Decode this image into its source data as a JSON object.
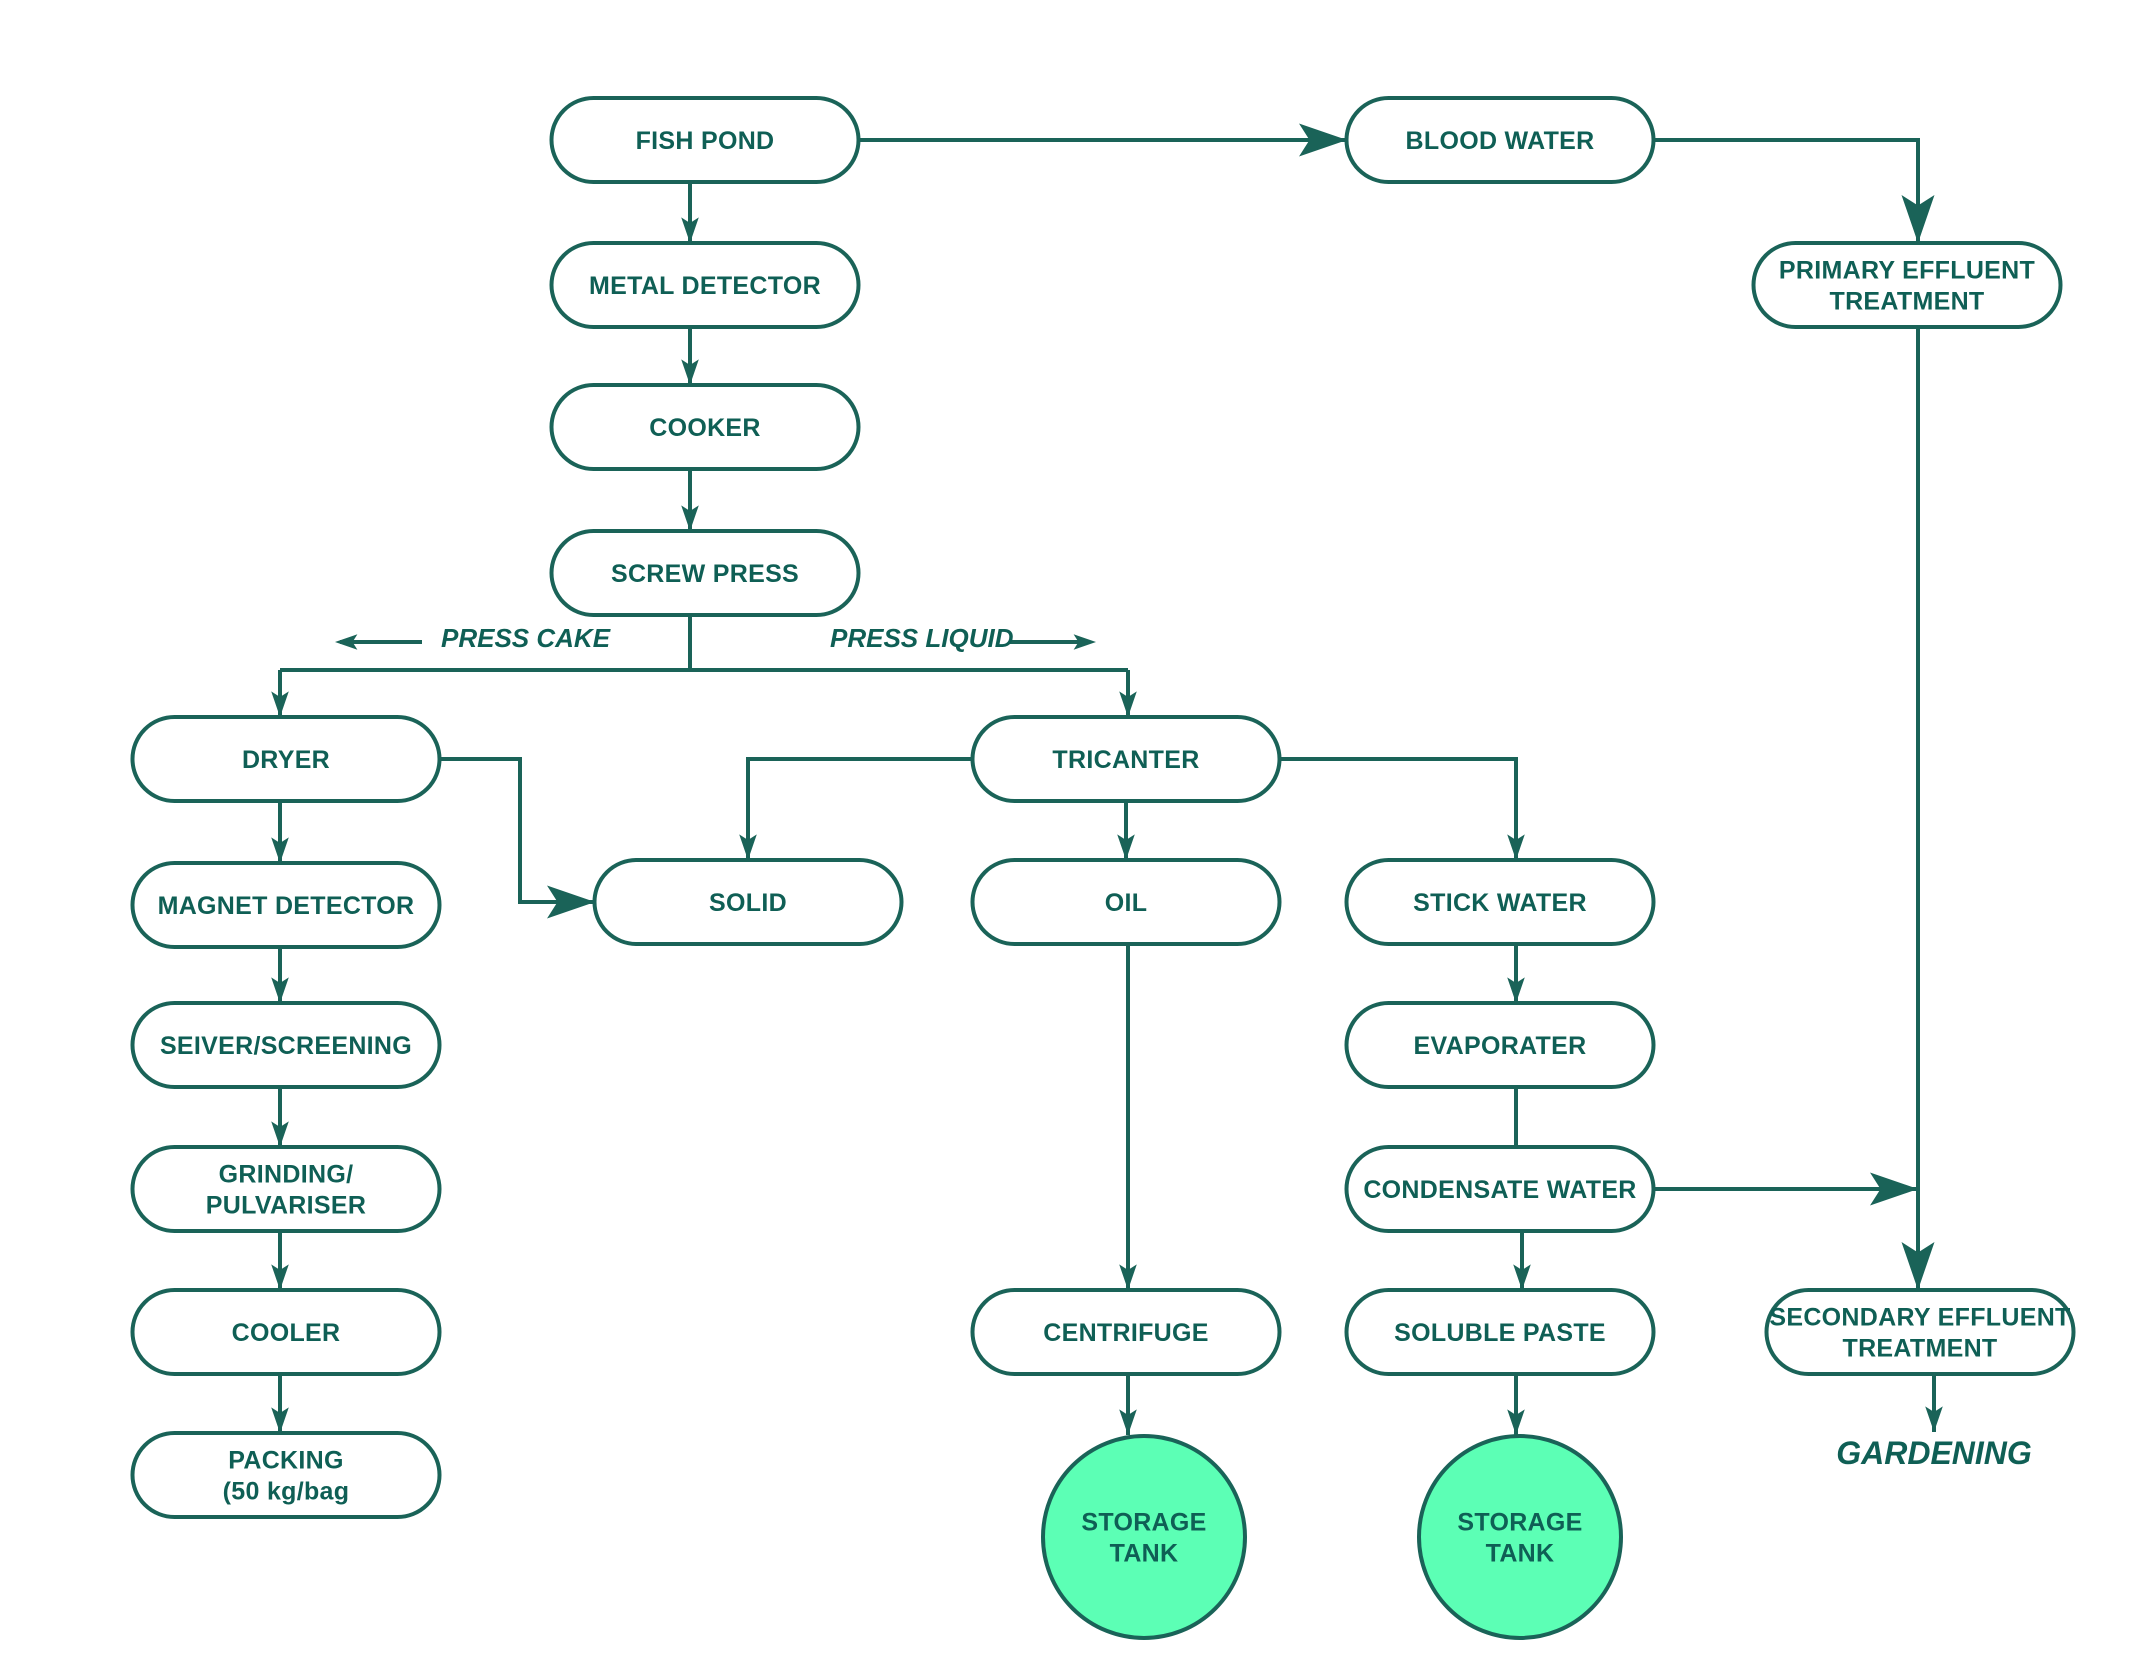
{
  "colors": {
    "stroke": "#1a6358",
    "text": "#0f5f55",
    "tank_fill": "#5cffb5",
    "background": "#ffffff"
  },
  "nodes": {
    "fish_pond": [
      "FISH POND"
    ],
    "metal_detector": [
      "METAL DETECTOR"
    ],
    "cooker": [
      "COOKER"
    ],
    "screw_press": [
      "SCREW PRESS"
    ],
    "blood_water": [
      "BLOOD WATER"
    ],
    "primary_effluent": [
      "PRIMARY EFFLUENT",
      "TREATMENT"
    ],
    "dryer": [
      "DRYER"
    ],
    "magnet_detector": [
      "MAGNET DETECTOR"
    ],
    "seiver": [
      "SEIVER/SCREENING"
    ],
    "grinding": [
      "GRINDING/",
      "PULVARISER"
    ],
    "cooler": [
      "COOLER"
    ],
    "packing": [
      "PACKING",
      "(50 kg/bag"
    ],
    "solid": [
      "SOLID"
    ],
    "tricanter": [
      "TRICANTER"
    ],
    "oil": [
      "OIL"
    ],
    "centrifuge": [
      "CENTRIFUGE"
    ],
    "storage_tank_oil": [
      "STORAGE",
      "TANK"
    ],
    "stick_water": [
      "STICK WATER"
    ],
    "evaporater": [
      "EVAPORATER"
    ],
    "condensate_water": [
      "CONDENSATE WATER"
    ],
    "soluble_paste": [
      "SOLUBLE PASTE"
    ],
    "storage_tank_paste": [
      "STORAGE",
      "TANK"
    ],
    "secondary_effluent": [
      "SECONDARY  EFFLUENT",
      "TREATMENT"
    ]
  },
  "labels": {
    "press_cake": "PRESS CAKE",
    "press_liquid": "PRESS LIQUID",
    "gardening": "GARDENING"
  }
}
